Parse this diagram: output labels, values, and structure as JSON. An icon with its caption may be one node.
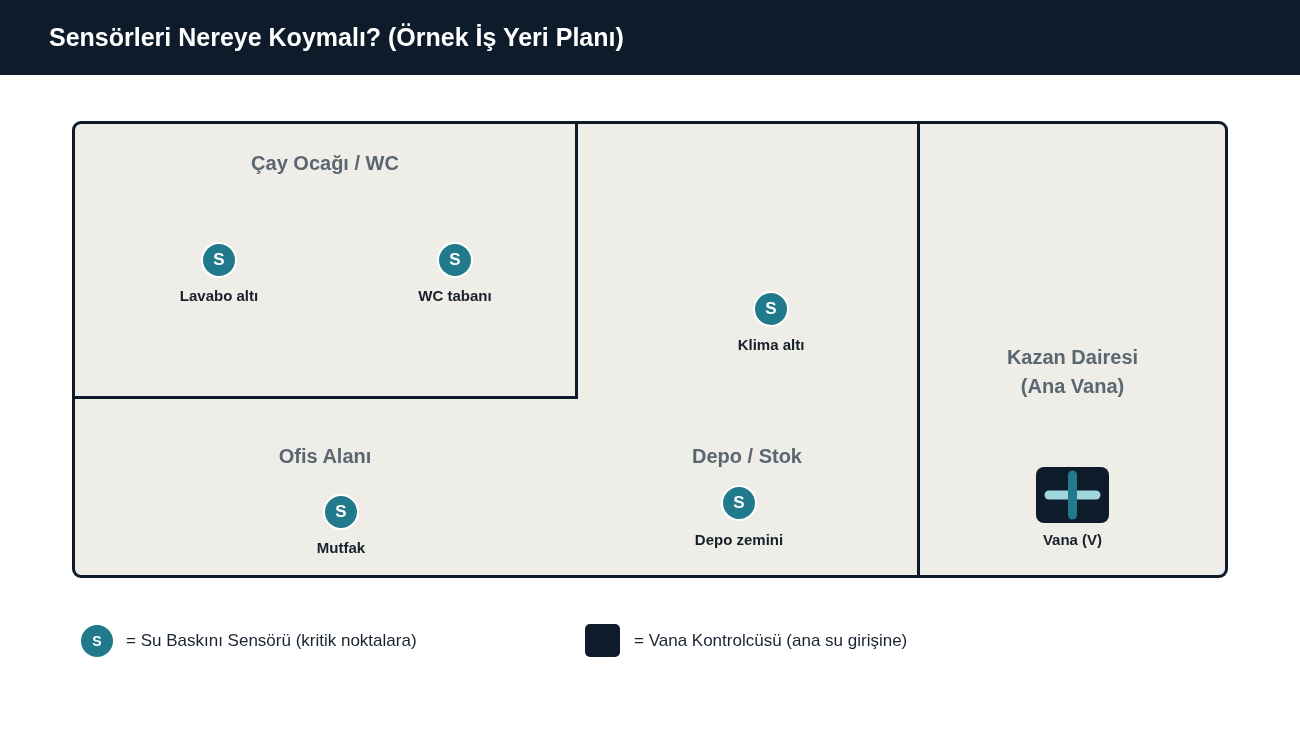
{
  "diagram": {
    "title": "Sensörleri Nereye Koymalı? (Örnek İş Yeri Planı)",
    "nodes": [
      {
        "text": [],
        "shape": "box"
      },
      {
        "text": [
          "Çay Ocağı / WC"
        ],
        "in": 0
      },
      {
        "text": [
          "S"
        ],
        "beside": [
          "Lavabo altı"
        ],
        "in": 1
      },
      {
        "text": [
          "S"
        ],
        "beside": [
          "WC tabanı"
        ],
        "in": 1
      },
      {
        "text": [
          "S"
        ],
        "beside": [
          "Klima altı"
        ],
        "in": 0
      },
      {
        "text": [
          "Kazan Dairesi (Ana Vana)"
        ],
        "in": 0
      },
      {
        "text": [
          "S"
        ],
        "beside": [
          "Mutfak"
        ],
        "in": 0
      },
      {
        "text": [
          "S"
        ],
        "beside": [
          "Depo zemini"
        ],
        "in": 0
      },
      {
        "text": [],
        "shape": "box",
        "beside": [
          "Vana (V)"
        ],
        "in": 5
      }
    ],
    "labels": [
      "Ofis Alanı",
      "Depo / Stok",
      "S"
    ],
    "legend": [
      {
        "text": "= Su Baskını Sensörü (kritik noktalara)",
        "color": "#217a8c"
      },
      {
        "text": "= Vana Kontrolcüsü (ana su girişine)",
        "color": "#0d1b2a"
      }
    ]
  }
}
